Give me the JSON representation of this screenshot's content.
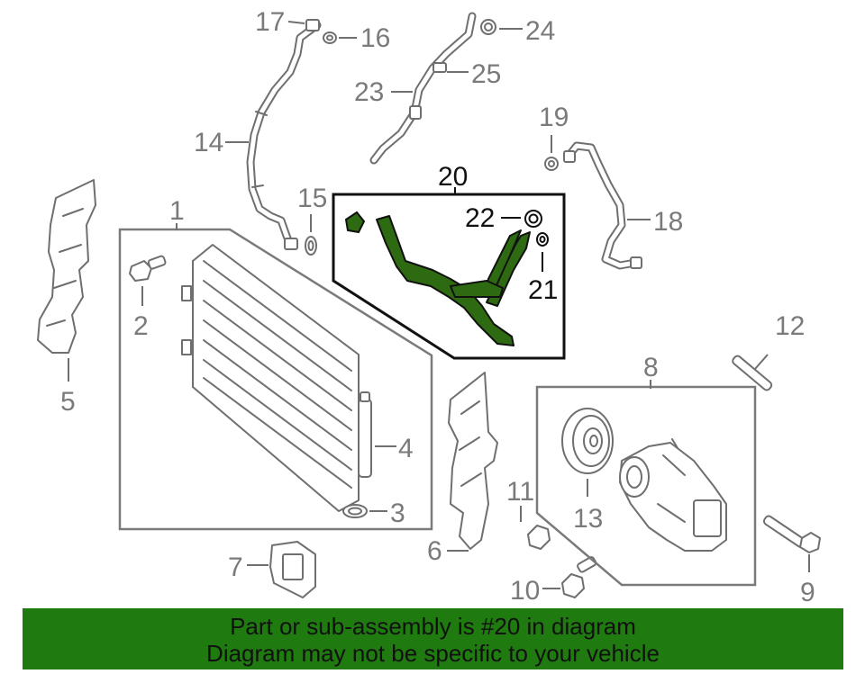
{
  "callouts": {
    "c1": "1",
    "c2": "2",
    "c3": "3",
    "c4": "4",
    "c5": "5",
    "c6": "6",
    "c7": "7",
    "c8": "8",
    "c9": "9",
    "c10": "10",
    "c11": "11",
    "c12": "12",
    "c13": "13",
    "c14": "14",
    "c15": "15",
    "c16": "16",
    "c17": "17",
    "c18": "18",
    "c19": "19",
    "c20": "20",
    "c21": "21",
    "c22": "22",
    "c23": "23",
    "c24": "24",
    "c25": "25"
  },
  "highlighted_part": "20",
  "colors": {
    "highlight_fill": "#2e6a12",
    "banner_background": "#1f7a10",
    "line_gray": "#6f6f6f",
    "text_dark": "#111111"
  },
  "banner": {
    "line1": "Part or sub-assembly is #20 in diagram",
    "line2": "Diagram may not be specific to your vehicle"
  }
}
